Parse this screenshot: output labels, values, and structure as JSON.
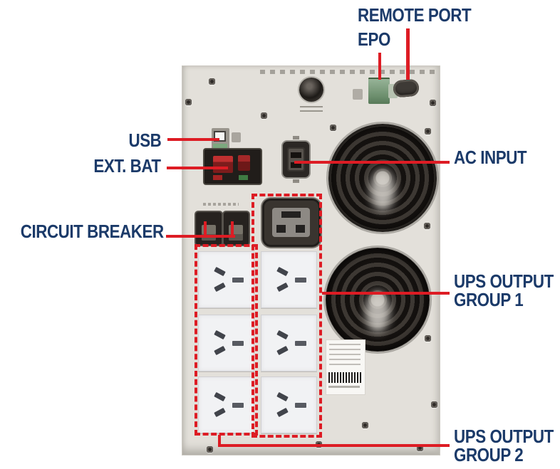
{
  "labels": {
    "remote_port": "REMOTE PORT",
    "epo": "EPO",
    "usb": "USB",
    "ext_bat": "EXT. BAT",
    "circuit_breaker": "CIRCUIT BREAKER",
    "ac_input": "AC INPUT",
    "ups_output_group1_line1": "UPS OUTPUT",
    "ups_output_group1_line2": "GROUP 1",
    "ups_output_group2_line1": "UPS OUTPUT",
    "ups_output_group2_line2": "GROUP 2"
  },
  "colors": {
    "label_text": "#1b3a69",
    "callout_red": "#dd1c24",
    "panel_bg": "#e3e0da",
    "component_dark": "#26221f",
    "epo_green": "#86a888",
    "outlet_face": "#f1f2f4"
  }
}
